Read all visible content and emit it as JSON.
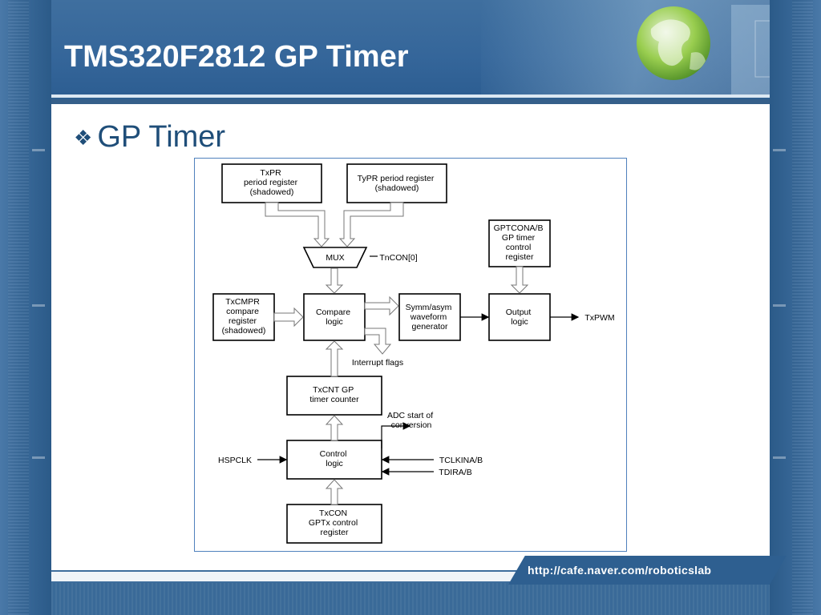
{
  "slide": {
    "title": "TMS320F2812 GP Timer",
    "bullet": "GP Timer",
    "footer_url": "http://cafe.naver.com/roboticslab"
  },
  "colors": {
    "background": "#2f5f8f",
    "title_text": "#ffffff",
    "bullet_text": "#1f4e79",
    "frame_border": "#4f81bd",
    "globe_green": "#8cc63f"
  },
  "icons": [
    "diamond-bullet-icon",
    "globe-icon"
  ],
  "diagram": {
    "txpr": [
      "TxPR",
      "period register",
      "(shadowed)"
    ],
    "typr": [
      "TyPR period register",
      "(shadowed)"
    ],
    "mux": "MUX",
    "tncon": "TnCON[0]",
    "gptcon": [
      "GPTCONA/B",
      "GP timer",
      "control",
      "register"
    ],
    "txcmpr": [
      "TxCMPR",
      "compare",
      "register",
      "(shadowed)"
    ],
    "compare": [
      "Compare",
      "logic"
    ],
    "symm": [
      "Symm/asym",
      "waveform",
      "generator"
    ],
    "output": [
      "Output",
      "logic"
    ],
    "txpwm": "TxPWM",
    "interrupt": "Interrupt flags",
    "txcnt": [
      "TxCNT GP",
      "timer counter"
    ],
    "adc": [
      "ADC start of",
      "conversion"
    ],
    "hspclk": "HSPCLK",
    "control": [
      "Control",
      "logic"
    ],
    "tclkin": "TCLKINA/B",
    "tdir": "TDIRA/B",
    "txcon": [
      "TxCON",
      "GPTx control",
      "register"
    ]
  }
}
